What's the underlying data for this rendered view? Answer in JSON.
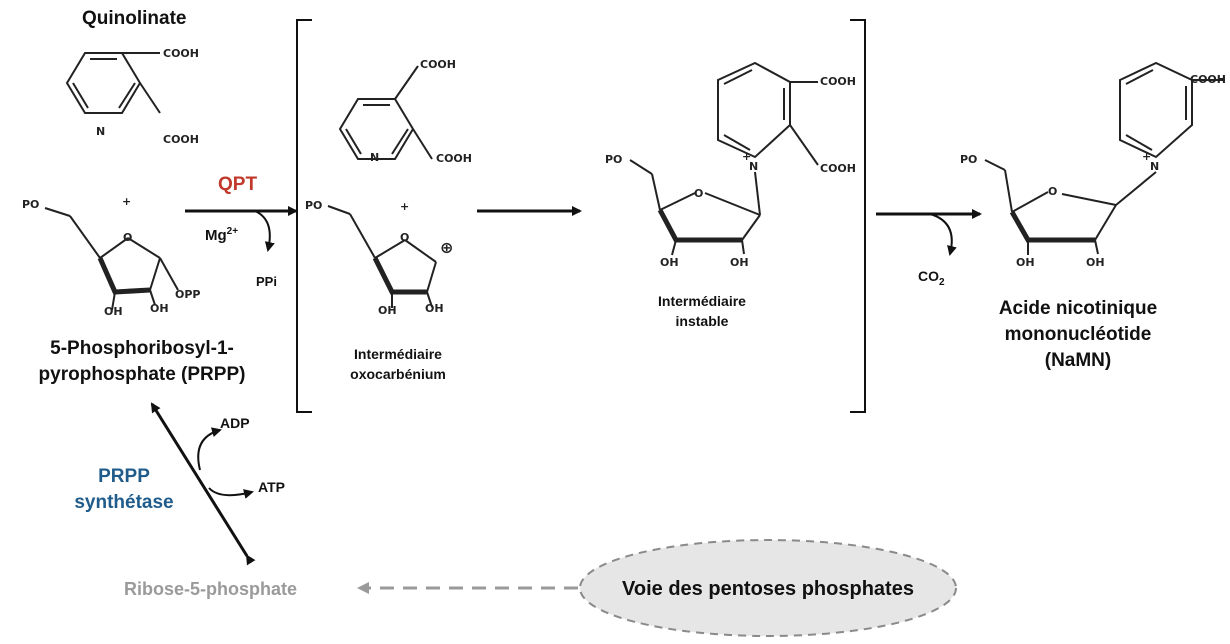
{
  "labels": {
    "quinolinate": "Quinolinate",
    "prpp_line1": "5-Phosphoribosyl-1-",
    "prpp_line2": "pyrophosphate (PRPP)",
    "qpt": "QPT",
    "mg": "Mg",
    "mg_charge": "2+",
    "ppi": "PPi",
    "oxo_line1": "Intermédiaire",
    "oxo_line2": "oxocarbénium",
    "instable_line1": "Intermédiaire",
    "instable_line2": "instable",
    "co2_main": "CO",
    "co2_sub": "2",
    "namn_line1": "Acide nicotinique",
    "namn_line2": "mononucléotide",
    "namn_line3": "(NaMN)",
    "adp": "ADP",
    "atp": "ATP",
    "prs_line1": "PRPP",
    "prs_line2": "synthétase",
    "ribose": "Ribose-5-phosphate",
    "pentose": "Voie des pentoses phosphates"
  },
  "chem": {
    "cooh": "COOH",
    "n": "N",
    "nplus": "+",
    "po": "PO",
    "oh": "OH",
    "o": "O",
    "opp": "OPP",
    "plus": "+",
    "cation": "⊕"
  },
  "colors": {
    "enzyme_qpt": "#c0392b",
    "enzyme_prs": "#1f5c8b",
    "grey": "#9a9a9a",
    "ellipse_fill": "#e6e6e6"
  }
}
